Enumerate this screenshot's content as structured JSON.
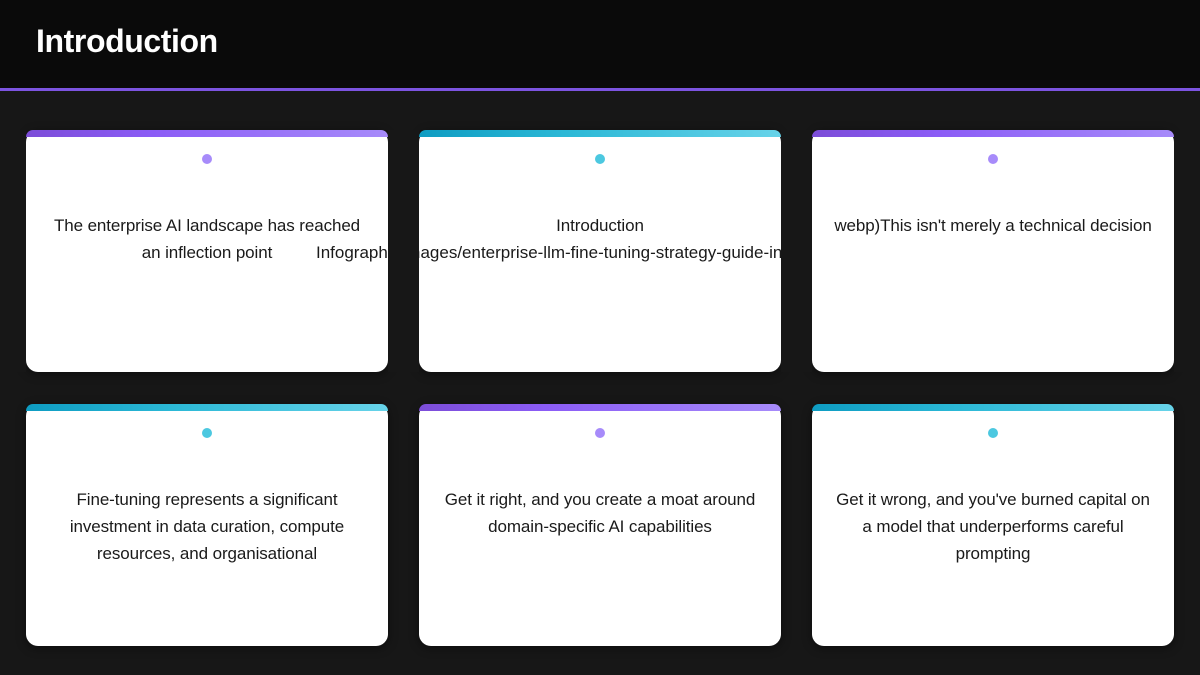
{
  "slide": {
    "background_color": "#171717",
    "header": {
      "title": "Introduction",
      "background_color": "#0a0a0a",
      "rule_color": "#7c54e0"
    }
  },
  "theme": {
    "purple_accent_start": "#7c4dd8",
    "purple_accent_end": "#a78bfa",
    "cyan_accent_start": "#0e9cc2",
    "cyan_accent_end": "#67d3e9",
    "purple_dot": "#a78bfa",
    "cyan_dot": "#4cc8e0",
    "card_background": "#ffffff",
    "card_text_color": "#1a1a1a"
  },
  "cards": [
    {
      "id": "card-1",
      "accent": "purple",
      "dot": "purple-dot",
      "text": "The enterprise AI landscape has reached an inflection point",
      "overflow_text": "Infographic",
      "row": 1,
      "column": 1
    },
    {
      "id": "card-2",
      "accent": "cyan",
      "dot": "cyan-dot",
      "text": "Introduction",
      "overflow_text": "/images/enterprise-llm-fine-tuning-strategy-guide-intro",
      "row": 1,
      "column": 2
    },
    {
      "id": "card-3",
      "accent": "purple",
      "dot": "purple-dot",
      "text": "webp)This isn't merely a technical decision",
      "overflow_text": "",
      "row": 1,
      "column": 3
    },
    {
      "id": "card-4",
      "accent": "cyan",
      "dot": "cyan-dot",
      "text": "Fine-tuning represents a significant investment in data curation, compute resources, and organisational",
      "overflow_text": "",
      "row": 2,
      "column": 1
    },
    {
      "id": "card-5",
      "accent": "purple",
      "dot": "purple-dot",
      "text": "Get it right, and you create a moat around domain-specific AI capabilities",
      "overflow_text": "",
      "row": 2,
      "column": 2
    },
    {
      "id": "card-6",
      "accent": "cyan",
      "dot": "cyan-dot",
      "text": "Get it wrong, and you've burned capital on a model that underperforms careful prompting",
      "overflow_text": "",
      "row": 2,
      "column": 3
    }
  ]
}
